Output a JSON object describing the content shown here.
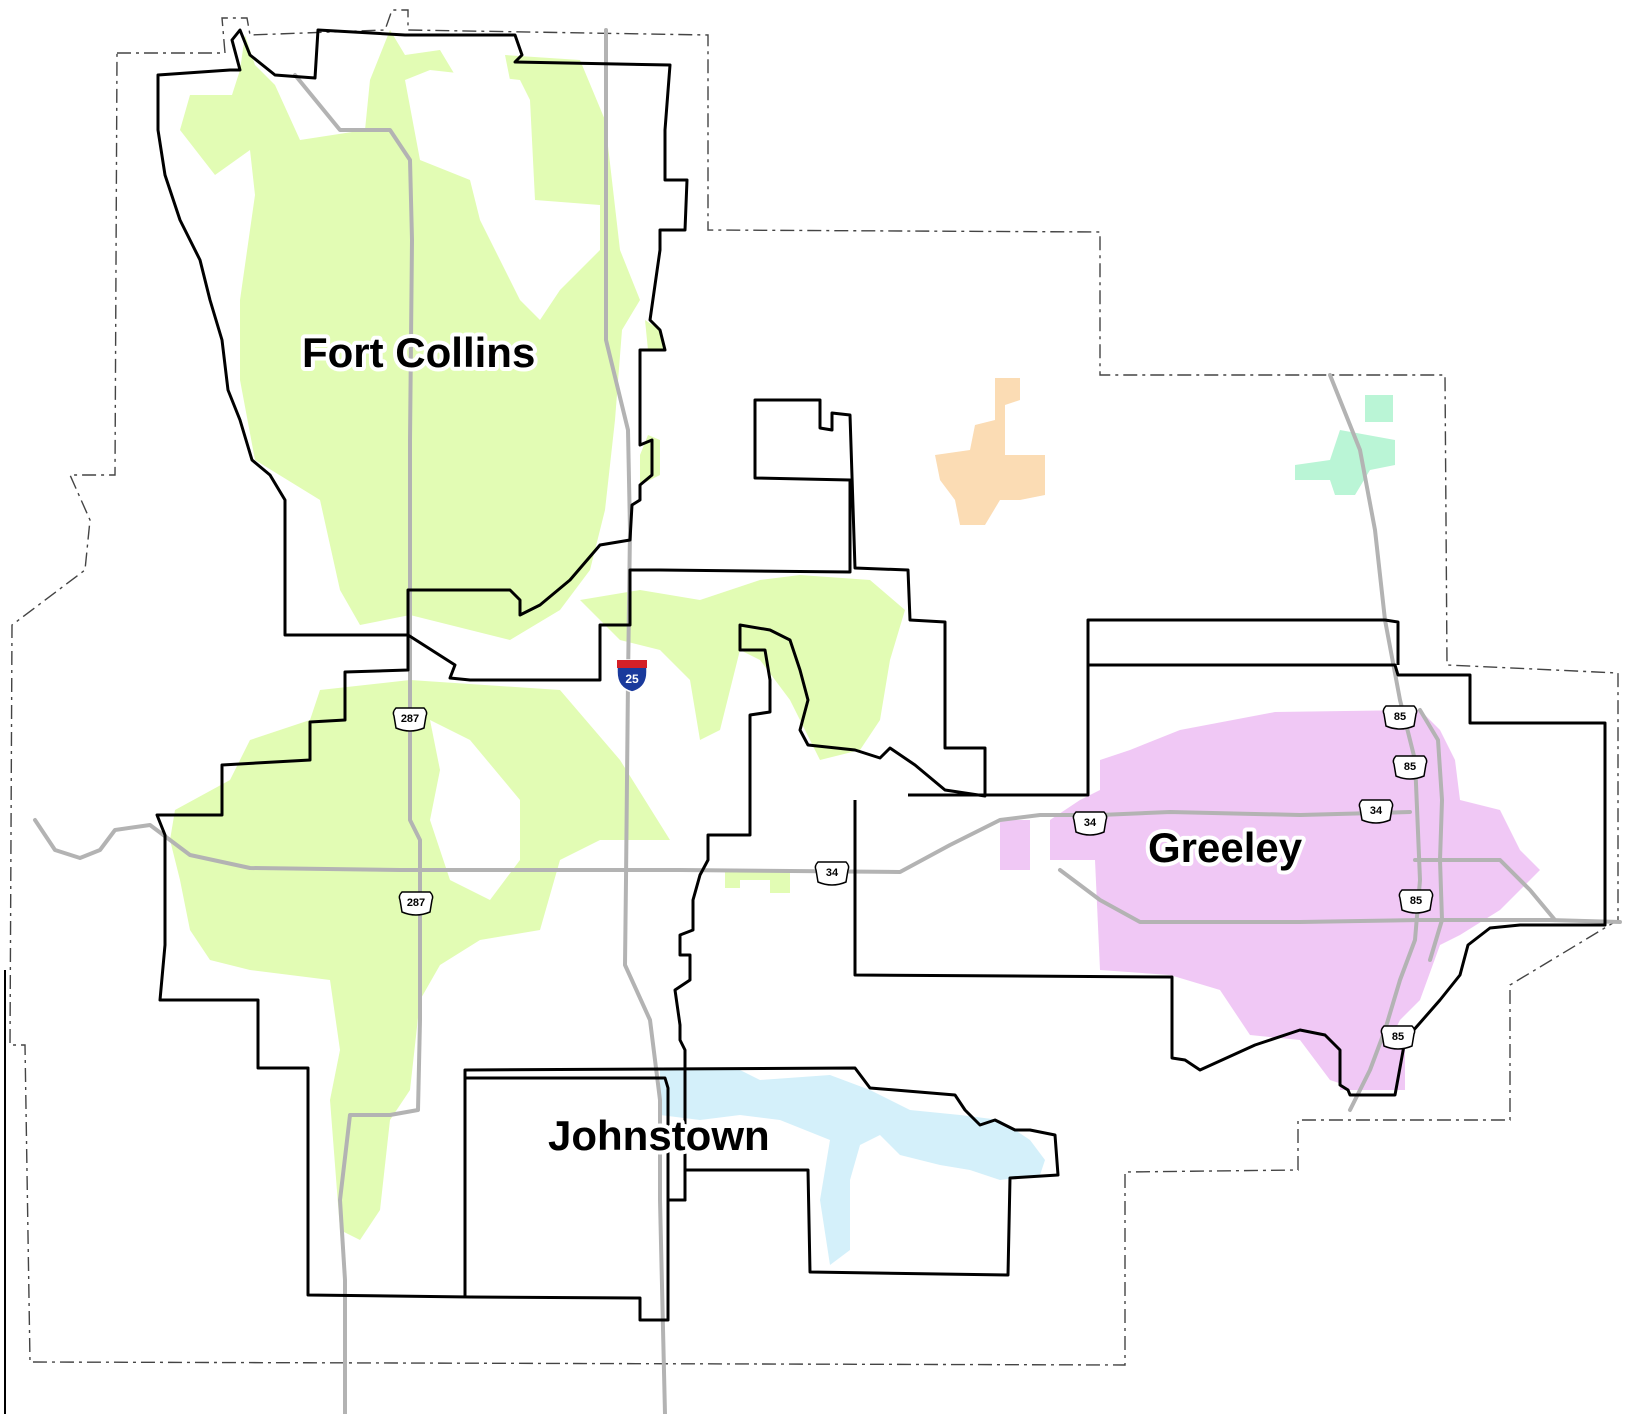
{
  "colors": {
    "fort_collins_fill": "#e2fcb4",
    "greeley_fill": "#f0c8f5",
    "johnstown_fill": "#d4f0fa",
    "small_area_orange": "#fbdcb4",
    "small_area_green": "#baf5d6",
    "boundary": "#000000",
    "road": "#b3b3b3"
  },
  "cities": {
    "fort_collins": "Fort Collins",
    "greeley": "Greeley",
    "johnstown": "Johnstown"
  },
  "highway_shields": {
    "i25": "25",
    "us287_north": "287",
    "us287_south": "287",
    "us34_west": "34",
    "us34_central": "34",
    "us34_east": "34",
    "us85_a": "85",
    "us85_b": "85",
    "us85_c": "85",
    "us85_d": "85"
  }
}
